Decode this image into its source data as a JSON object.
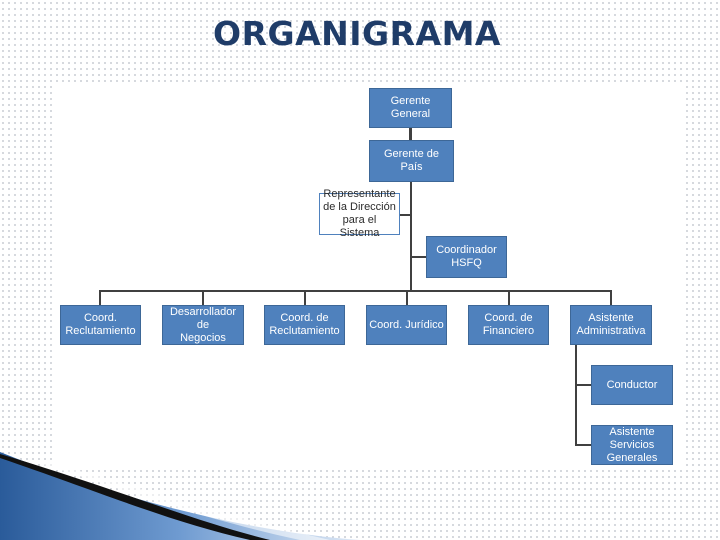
{
  "title": "ORGANIGRAMA",
  "nodes": {
    "gerente_general": "Gerente General",
    "gerente_pais": "Gerente de País",
    "representante": "Representante\nde la Dirección\npara el Sistema",
    "coordinador_hsfq": "Coordinador\nHSFQ",
    "coord_reclutamiento_1": "Coord.\nReclutamiento",
    "desarrollador_negocios": "Desarrollador de\nNegocios",
    "coord_reclutamiento_2": "Coord. de\nReclutamiento",
    "coord_juridico": "Coord. Jurídico",
    "coord_financiero": "Coord. de\nFinanciero",
    "asistente_administrativa": "Asistente\nAdministrativa",
    "conductor": "Conductor",
    "asistente_servicios": "Asistente\nServicios\nGenerales"
  },
  "colors": {
    "box_fill": "#4f81bd",
    "box_border": "#3d6797",
    "title": "#1f3c68",
    "connector": "#404040"
  }
}
